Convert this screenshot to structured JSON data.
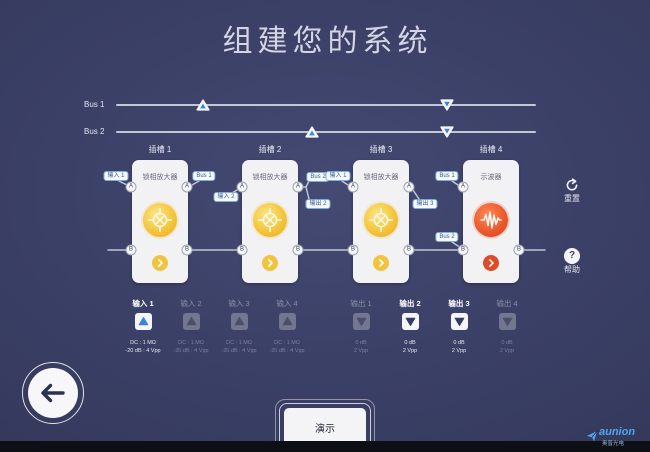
{
  "title": "组建您的系统",
  "buses": [
    {
      "label": "Bus 1",
      "markers": [
        {
          "direction": "up",
          "slot": 1
        },
        {
          "direction": "down",
          "slot": 4
        }
      ]
    },
    {
      "label": "Bus 2",
      "markers": [
        {
          "direction": "up",
          "slot": 2
        },
        {
          "direction": "down",
          "slot": 4
        }
      ]
    }
  ],
  "ports": {
    "a": "A",
    "b": "B"
  },
  "slots": [
    {
      "label": "插槽 1",
      "module": "锁相放大器",
      "icon": "lock-in-amplifier-icon",
      "tags_left": [
        "输入 1"
      ],
      "tags_right": [
        "Bus 1"
      ]
    },
    {
      "label": "插槽 2",
      "module": "锁相放大器",
      "icon": "lock-in-amplifier-icon",
      "tags_left": [
        "输入 2"
      ],
      "tags_right": [
        "Bus 2",
        "输出 2"
      ]
    },
    {
      "label": "插槽 3",
      "module": "锁相放大器",
      "icon": "lock-in-amplifier-icon",
      "tags_left": [
        "输入 1"
      ],
      "tags_right": [
        "输出 3"
      ]
    },
    {
      "label": "插槽 4",
      "module": "示波器",
      "icon": "oscilloscope-icon",
      "tags_left": [
        "Bus 1",
        "Bus 2"
      ],
      "tags_right": []
    }
  ],
  "inputs": [
    {
      "label": "输入 1",
      "active": true,
      "coupling": "DC : 1 MΩ",
      "range": "-20 dB : 4 Vpp"
    },
    {
      "label": "输入 2",
      "active": false,
      "coupling": "DC : 1 MΩ",
      "range": "-20 dB : 4 Vpp"
    },
    {
      "label": "输入 3",
      "active": false,
      "coupling": "DC : 1 MΩ",
      "range": "-20 dB : 4 Vpp"
    },
    {
      "label": "输入 4",
      "active": false,
      "coupling": "DC : 1 MΩ",
      "range": "-20 dB : 4 Vpp"
    }
  ],
  "outputs": [
    {
      "label": "输出 1",
      "active": false,
      "gain": "0 dB",
      "range": "2 Vpp"
    },
    {
      "label": "输出 2",
      "active": true,
      "gain": "0 dB",
      "range": "2 Vpp"
    },
    {
      "label": "输出 3",
      "active": true,
      "gain": "0 dB",
      "range": "2 Vpp"
    },
    {
      "label": "输出 4",
      "active": false,
      "gain": "0 dB",
      "range": "2 Vpp"
    }
  ],
  "side": {
    "reset": "重置",
    "help": "帮助",
    "help_glyph": "?"
  },
  "demo_button": "演示",
  "brand": {
    "name": "aunion",
    "subtitle": "奥普光电"
  },
  "colors": {
    "background": "#3b4067",
    "accent": "#3a86d4",
    "lockin": "#f3c53c",
    "scope": "#e04a28",
    "tag_border": "#7faadb"
  }
}
